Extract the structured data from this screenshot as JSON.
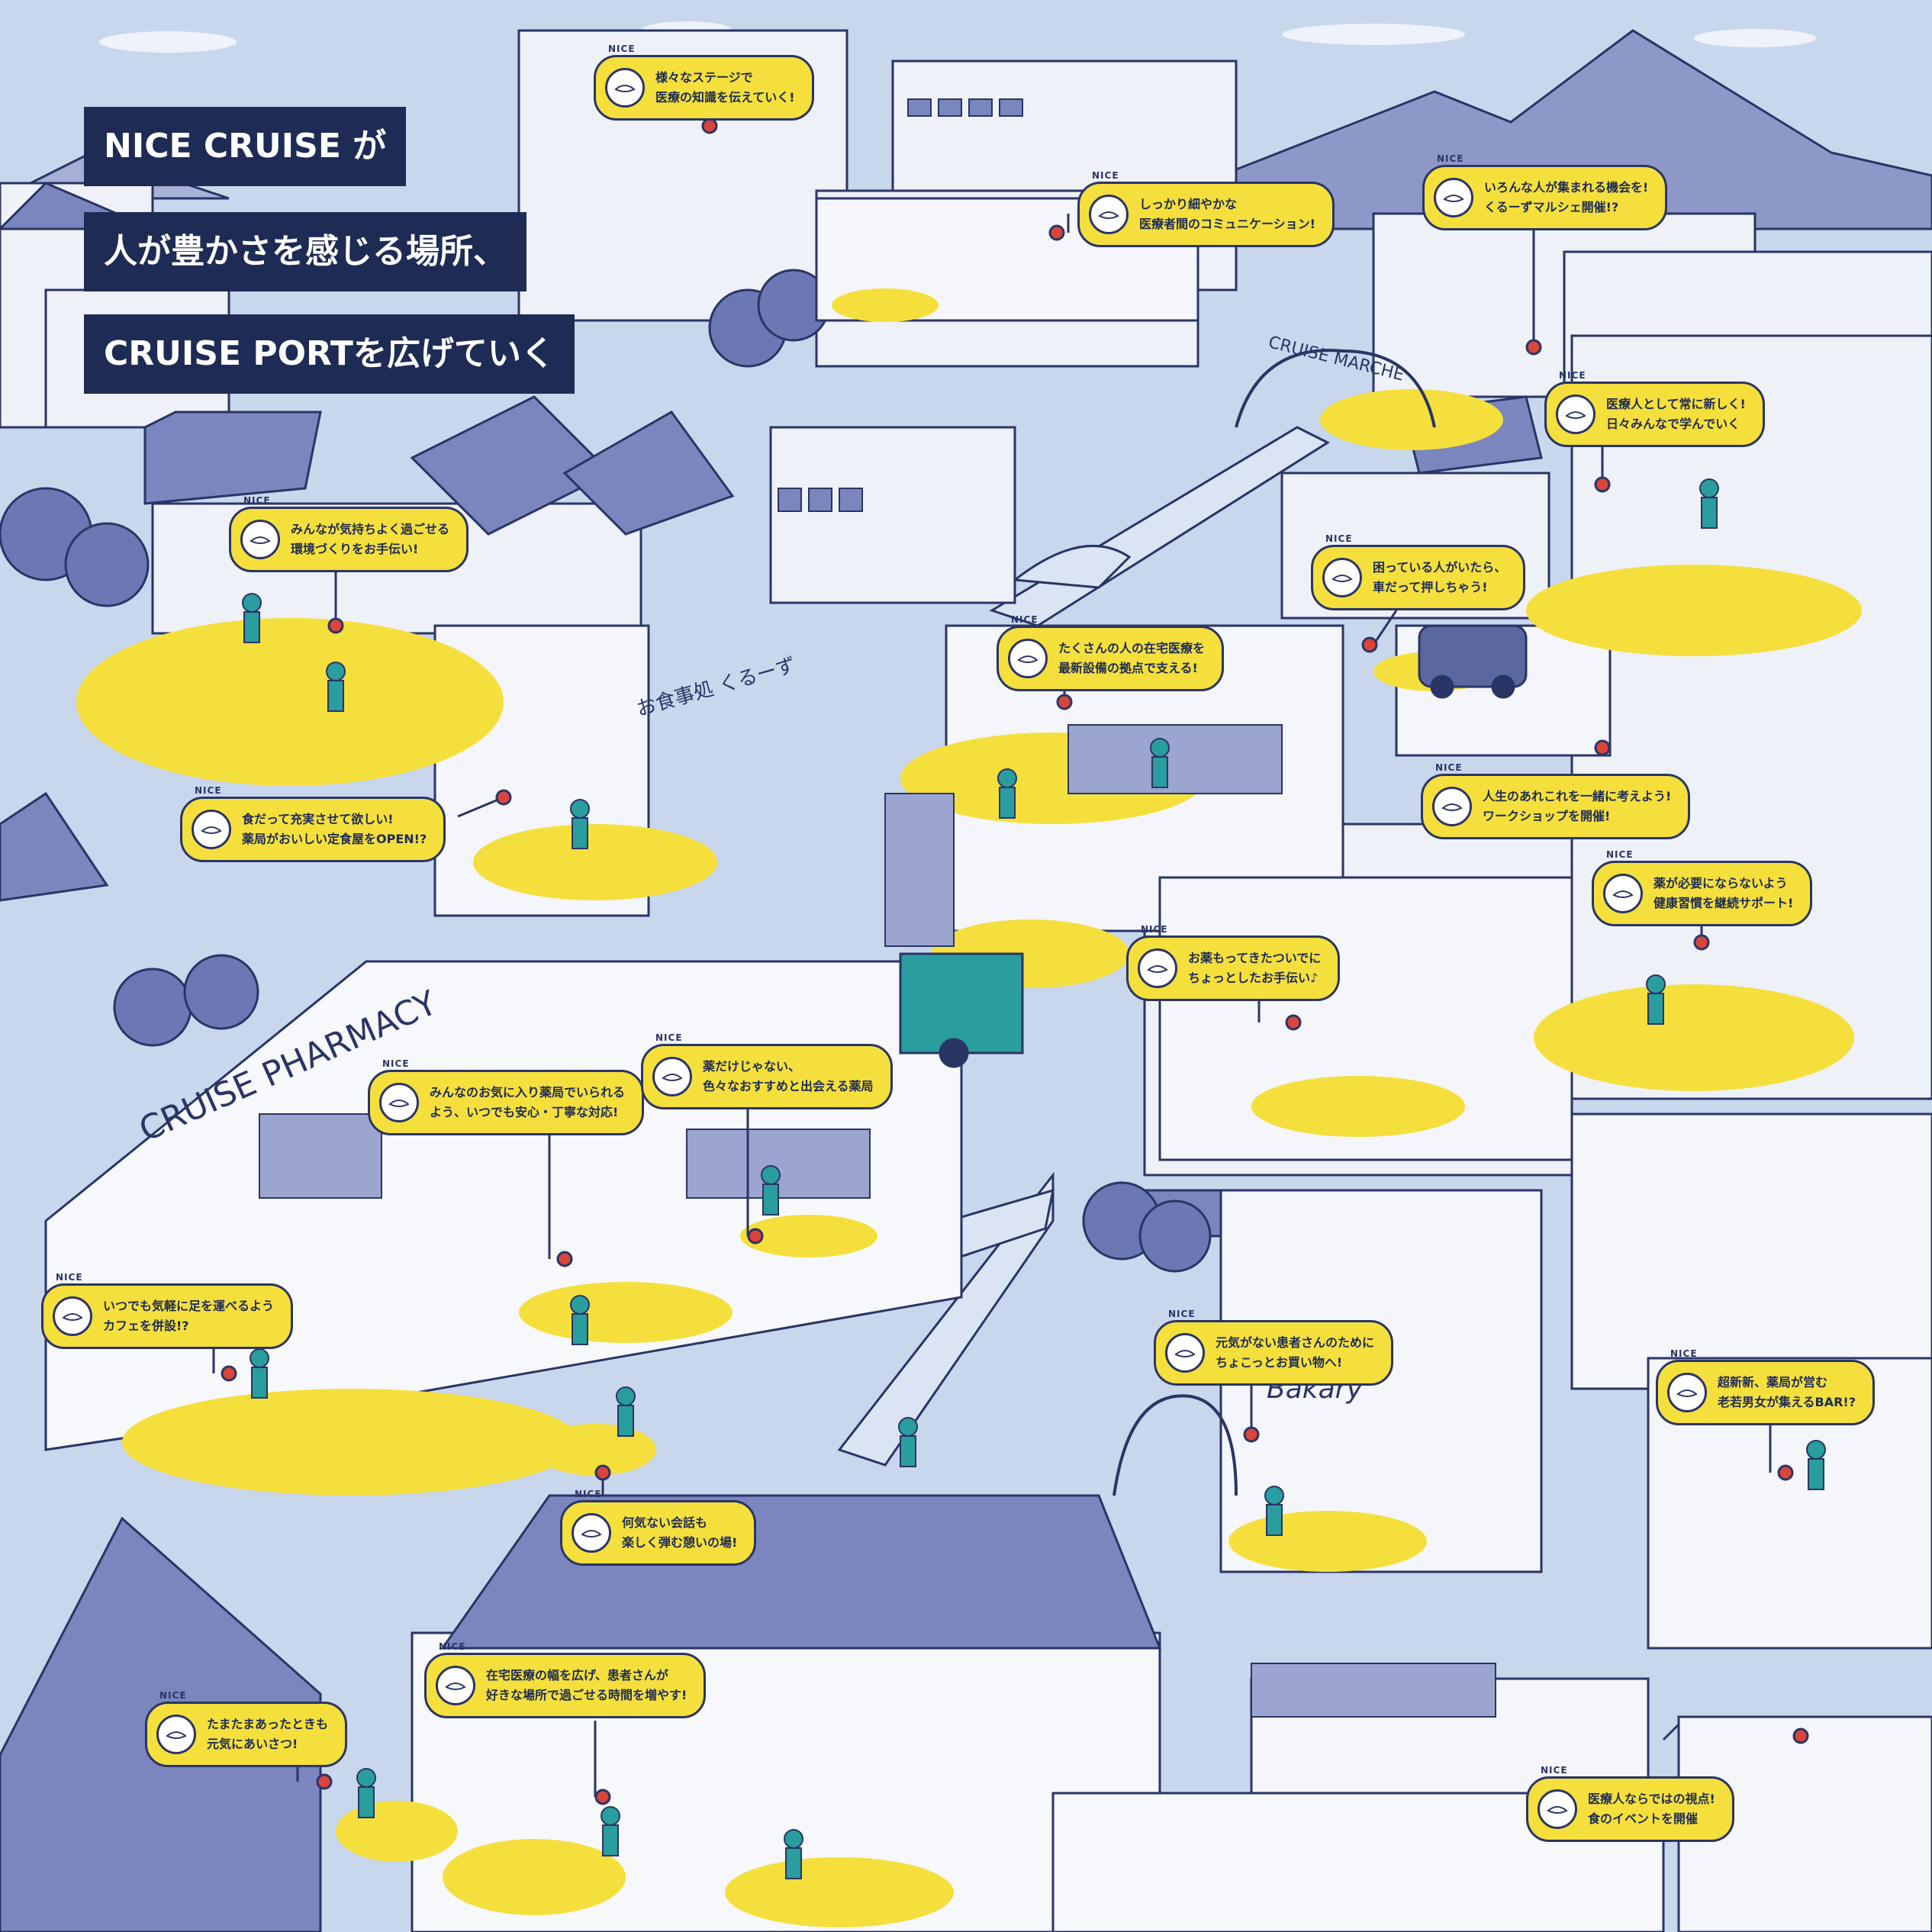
{
  "headline": {
    "line1": "NICE CRUISE が",
    "line2": "人が豊かさを感じる場所、",
    "line3": "CRUISE PORTを広げていく"
  },
  "signs": {
    "pharmacy": "CRUISE PHARMACY",
    "marche": "CRUISE MARCHE",
    "bakery": "Bakary",
    "diner": "お食事処 くるーず"
  },
  "callouts": [
    {
      "badge": "NICE",
      "line1": "様々なステージで",
      "line2": "医療の知識を伝えていく!"
    },
    {
      "badge": "NICE",
      "line1": "しっかり細やかな",
      "line2": "医療者間のコミュニケーション!"
    },
    {
      "badge": "NICE",
      "line1": "いろんな人が集まれる機会を!",
      "line2": "くるーずマルシェ開催!?"
    },
    {
      "badge": "NICE",
      "line1": "医療人として常に新しく!",
      "line2": "日々みんなで学んでいく"
    },
    {
      "badge": "NICE",
      "line1": "みんなが気持ちよく過ごせる",
      "line2": "環境づくりをお手伝い!"
    },
    {
      "badge": "NICE",
      "line1": "困っている人がいたら、",
      "line2": "車だって押しちゃう!"
    },
    {
      "badge": "NICE",
      "line1": "たくさんの人の在宅医療を",
      "line2": "最新設備の拠点で支える!"
    },
    {
      "badge": "NICE",
      "line1": "人生のあれこれを一緒に考えよう!",
      "line2": "ワークショップを開催!"
    },
    {
      "badge": "NICE",
      "line1": "食だって充実させて欲しい!",
      "line2": "薬局がおいしい定食屋をOPEN!?"
    },
    {
      "badge": "NICE",
      "line1": "薬が必要にならないよう",
      "line2": "健康習慣を継続サポート!"
    },
    {
      "badge": "NICE",
      "line1": "お薬もってきたついでに",
      "line2": "ちょっとしたお手伝い♪"
    },
    {
      "badge": "NICE",
      "line1": "みんなのお気に入り薬局でいられる",
      "line2": "よう、いつでも安心・丁寧な対応!"
    },
    {
      "badge": "NICE",
      "line1": "薬だけじゃない、",
      "line2": "色々なおすすめと出会える薬局"
    },
    {
      "badge": "NICE",
      "line1": "いつでも気軽に足を運べるよう",
      "line2": "カフェを併設!?"
    },
    {
      "badge": "NICE",
      "line1": "元気がない患者さんのために",
      "line2": "ちょこっとお買い物へ!"
    },
    {
      "badge": "NICE",
      "line1": "超新新、薬局が営む",
      "line2": "老若男女が集えるBAR!?"
    },
    {
      "badge": "NICE",
      "line1": "何気ない会話も",
      "line2": "楽しく弾む憩いの場!"
    },
    {
      "badge": "NICE",
      "line1": "在宅医療の幅を広げ、患者さんが",
      "line2": "好きな場所で過ごせる時間を増やす!"
    },
    {
      "badge": "NICE",
      "line1": "たまたまあったときも",
      "line2": "元気にあいさつ!"
    },
    {
      "badge": "NICE",
      "line1": "医療人ならではの視点!",
      "line2": "食のイベントを開催"
    }
  ],
  "colors": {
    "sky": "#c8d6ec",
    "building": "#eef1f8",
    "roof": "#7a86bd",
    "outline": "#2a3566",
    "highlight": "#f5df3c",
    "navy": "#1d2b55",
    "teal": "#2a9d9f"
  }
}
